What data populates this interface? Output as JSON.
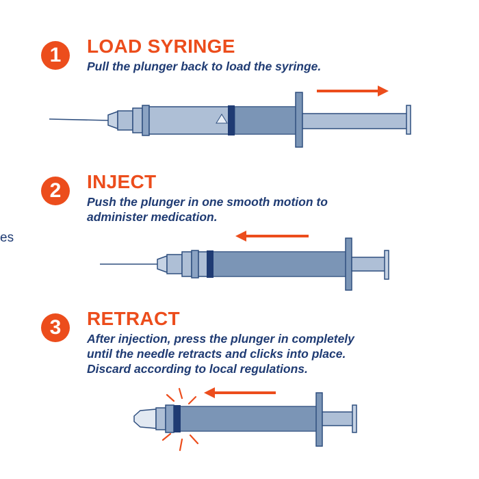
{
  "edge_text": "es",
  "colors": {
    "accent": "#ec4d1c",
    "text": "#1f3b73",
    "barrel": "#aebfd6",
    "barrel_dark": "#7b95b6",
    "outline": "#2f4f7f"
  },
  "steps": [
    {
      "number": "1",
      "title": "LOAD SYRINGE",
      "lines": [
        "Pull the plunger back to load the syringe."
      ],
      "arrow": "right"
    },
    {
      "number": "2",
      "title": "INJECT",
      "lines": [
        "Push the plunger in one smooth motion to",
        "administer medication."
      ],
      "arrow": "left"
    },
    {
      "number": "3",
      "title": "RETRACT",
      "lines": [
        "After injection,  press the plunger in completely",
        "until the needle retracts and clicks into place.",
        "Discard according to local regulations."
      ],
      "arrow": "left"
    }
  ]
}
